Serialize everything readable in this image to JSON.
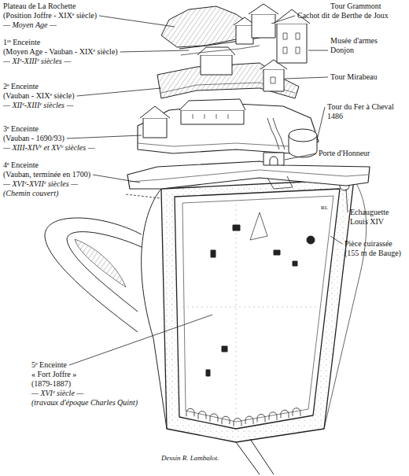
{
  "diagram": {
    "caption": "Dessin R. Lambalot.",
    "labels": [
      "Plateau de La Rochette",
      "(Position Joffre - XIXᵉ siècle)",
      "— Moyen Age —",
      "1ʳᵉ Enceinte",
      "(Moyen Age - Vauban - XIXᵉ siècle)",
      "— XIᵉ-XIIIᵉ siècles —",
      "2ᵉ Enceinte",
      "(Vauban - XIXᵉ siècle)",
      "— XIIᵉ-XIIIᵉ siècles —",
      "3ᵉ Enceinte",
      "(Vauban - 1690/93)",
      "— XIII-XIVᵉ et XVᵉ siècles —",
      "4ᵉ Enceinte",
      "(Vauban, terminée en 1700)",
      "— XVIᵉ-XVIIᵉ siècles —",
      "(Chemin couvert)",
      "Tour Grammont",
      "Cachot dit de Berthe de Joux",
      "Musée d'armes",
      "Donjon",
      "Tour Mirabeau",
      "Tour du Fer à Cheval 1486",
      "Porte d'Honneur",
      "Echauguette Louis XIV",
      "Pièce cuirassée",
      "(155 m de Bauge)",
      "5ᵉ Enceinte",
      "« Fort Joffre »",
      "(1879-1887)",
      "— XVIᵉ siècle —",
      "(travaux d'époque Charles Quint)",
      "RL"
    ]
  }
}
